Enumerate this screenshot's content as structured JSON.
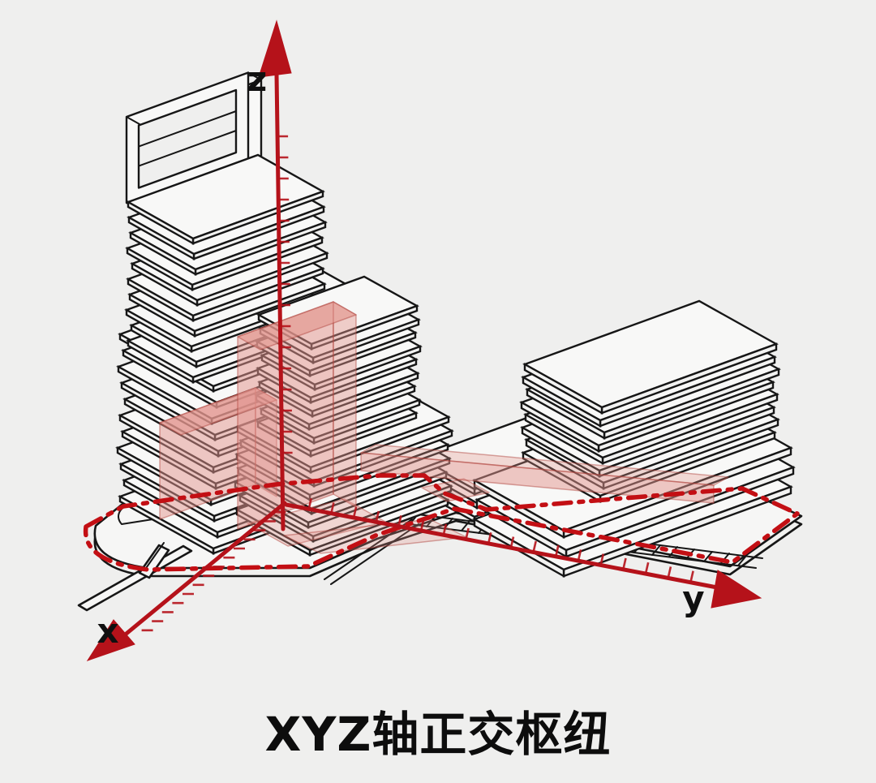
{
  "page": {
    "background": "#efefee"
  },
  "diagram": {
    "caption": "XYZ轴正交枢纽",
    "axes": {
      "x": {
        "label": "x",
        "color": "#b5121a"
      },
      "y": {
        "label": "y",
        "color": "#b5121a"
      },
      "z": {
        "label": "z",
        "color": "#b5121a"
      }
    },
    "site_boundary": {
      "style": "dash-dot",
      "color": "#c30f14"
    },
    "volumes_color": "#e2948d",
    "linework_color": "#161616"
  }
}
